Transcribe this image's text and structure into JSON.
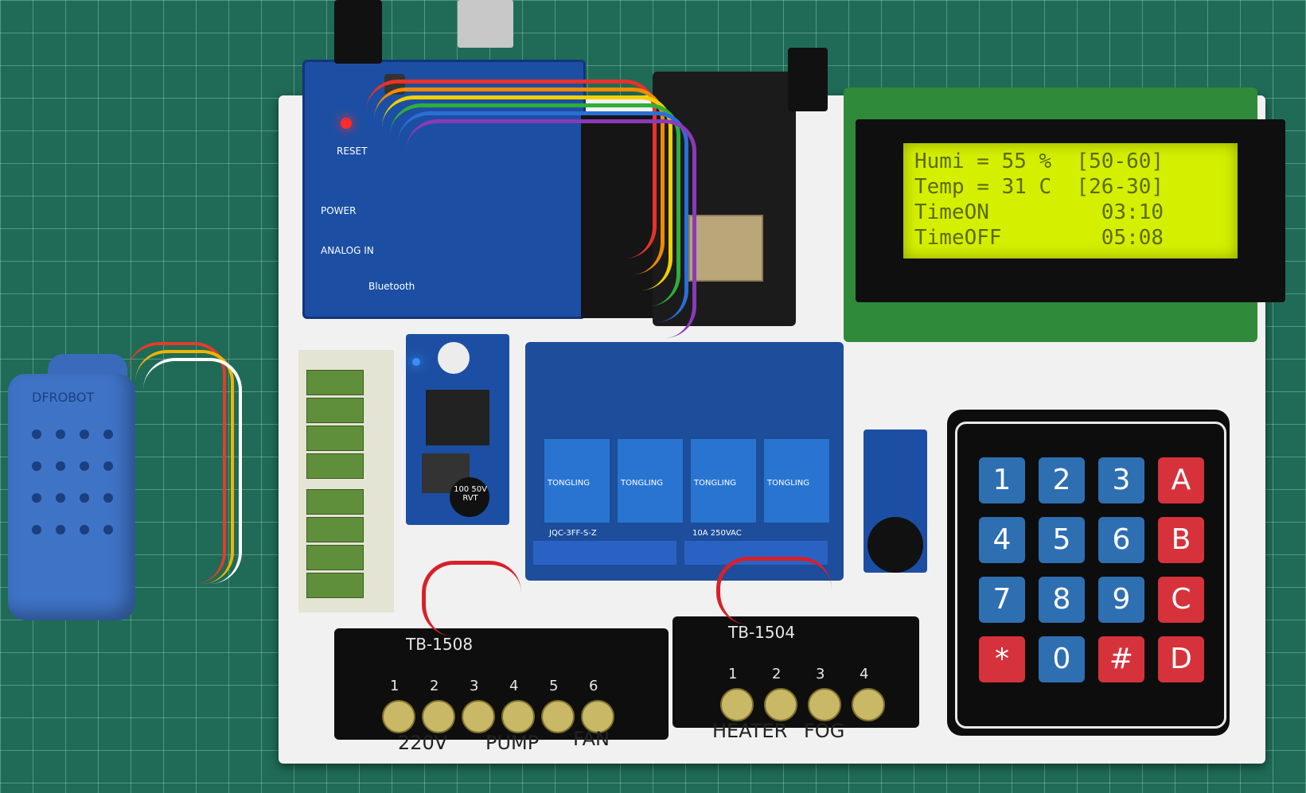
{
  "lcd": {
    "lines": [
      "Humi = 55 %  [50-60]",
      "Temp = 31 C  [26-30]",
      "TimeON         03:10",
      "TimeOFF        05:08"
    ]
  },
  "keypad": {
    "keys": [
      {
        "label": "1",
        "color": "#2e6fb2"
      },
      {
        "label": "2",
        "color": "#2e6fb2"
      },
      {
        "label": "3",
        "color": "#2e6fb2"
      },
      {
        "label": "A",
        "color": "#d6323b"
      },
      {
        "label": "4",
        "color": "#2e6fb2"
      },
      {
        "label": "5",
        "color": "#2e6fb2"
      },
      {
        "label": "6",
        "color": "#2e6fb2"
      },
      {
        "label": "B",
        "color": "#d6323b"
      },
      {
        "label": "7",
        "color": "#2e6fb2"
      },
      {
        "label": "8",
        "color": "#2e6fb2"
      },
      {
        "label": "9",
        "color": "#2e6fb2"
      },
      {
        "label": "C",
        "color": "#d6323b"
      },
      {
        "label": "*",
        "color": "#d6323b"
      },
      {
        "label": "0",
        "color": "#2e6fb2"
      },
      {
        "label": "#",
        "color": "#d6323b"
      },
      {
        "label": "D",
        "color": "#d6323b"
      }
    ]
  },
  "terminal_block_1": {
    "model": "TB-1508",
    "numbers": [
      "1",
      "2",
      "3",
      "4",
      "5",
      "6"
    ],
    "labels": [
      "220V",
      "PUMP",
      "FAN"
    ]
  },
  "terminal_block_2": {
    "model": "TB-1504",
    "numbers": [
      "1",
      "2",
      "3",
      "4"
    ],
    "labels": [
      "HEATER",
      "FOG"
    ]
  },
  "relay": {
    "brand": "TONGLING",
    "model": "JQC-3FF-S-Z",
    "rating": "10A 250VAC"
  },
  "shield": {
    "reset_label": "RESET",
    "bluetooth_label": "Bluetooth",
    "power_label": "POWER",
    "analog_label": "ANALOG IN"
  },
  "buck": {
    "capacitor_label": "100 50V RVT"
  },
  "sensor": {
    "brand": "DFROBOT"
  }
}
